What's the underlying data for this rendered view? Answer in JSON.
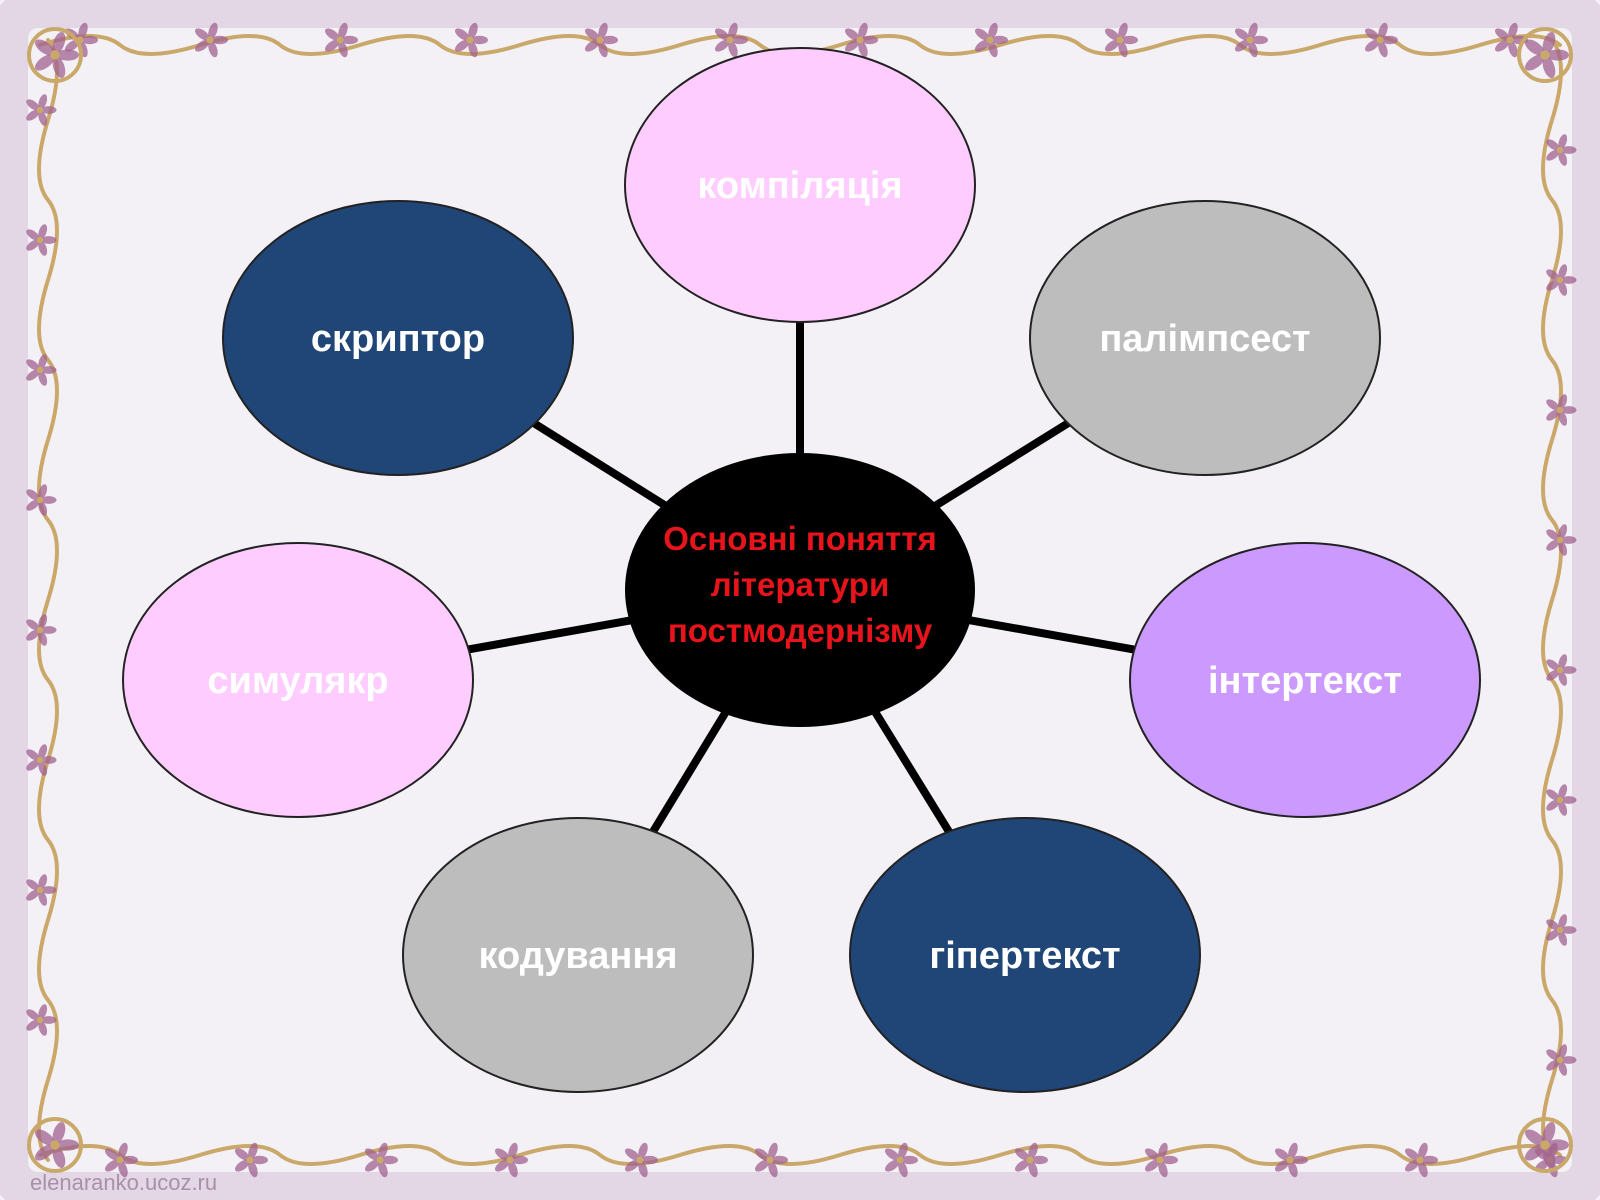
{
  "diagram": {
    "center": {
      "lines": [
        "Основні поняття",
        "літератури",
        "постмодернізму"
      ],
      "fill": "#000000",
      "text_color": "#e8141b"
    },
    "nodes": [
      {
        "id": "kompilyatsiya",
        "label": "компіляція",
        "fill": "#ffccff",
        "text_color": "#ffffff"
      },
      {
        "id": "palimpsest",
        "label": "палімпсест",
        "fill": "#bdbdbd",
        "text_color": "#ffffff"
      },
      {
        "id": "intertekst",
        "label": "інтертекст",
        "fill": "#cc99ff",
        "text_color": "#ffffff"
      },
      {
        "id": "gipertekst",
        "label": "гіпертекст",
        "fill": "#1f4677",
        "text_color": "#ffffff"
      },
      {
        "id": "koduvannya",
        "label": "кодування",
        "fill": "#bdbdbd",
        "text_color": "#ffffff"
      },
      {
        "id": "symulyakr",
        "label": "симулякр",
        "fill": "#ffccff",
        "text_color": "#ffffff"
      },
      {
        "id": "skryptor",
        "label": "скриптор",
        "fill": "#1f4677",
        "text_color": "#ffffff"
      }
    ],
    "connector_color": "#000000"
  },
  "frame": {
    "gold": "#c9a86a",
    "floral": "#a0628f",
    "background": "#f4f1f6"
  },
  "watermark": "elenaranko.ucoz.ru"
}
